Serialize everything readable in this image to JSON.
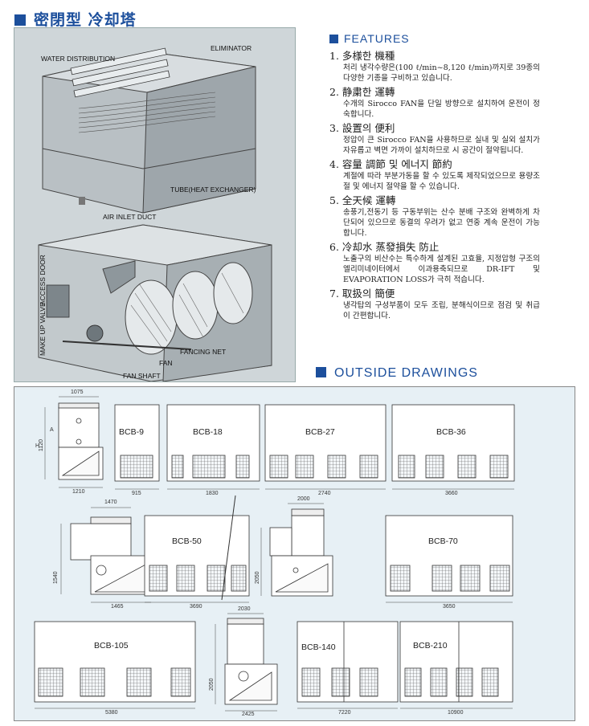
{
  "page": {
    "title": "密閉型 冷却塔"
  },
  "photo_labels": {
    "eliminator": "ELIMINATOR",
    "water_distribution": "WATER DISTRIBUTION",
    "tube": "TUBE(HEAT EXCHANGER)",
    "air_inlet_duct": "AIR INLET DUCT",
    "access_door": "ACCESS DOOR",
    "make_up_valve": "MAKE UP VALVE",
    "fancing_net": "FANCING NET",
    "fan": "FAN",
    "fan_shaft": "FAN SHAFT"
  },
  "features": {
    "heading": "FEATURES",
    "items": [
      {
        "title": "1. 多様한 機種",
        "desc": "처리 냉각수량은(100 ℓ/min~8,120 ℓ/min)까지로 39종의 다양한 기종을 구비하고 있습니다."
      },
      {
        "title": "2. 静粛한 運轉",
        "desc": "수개의 Sirocco FAN을 단일 방향으로 설치하여 운전이 정숙합니다."
      },
      {
        "title": "3. 設置의 便利",
        "desc": "정압이 큰 Sirocco FAN을 사용하므로 실내 및 실외 설치가 자유롭고 벽면 가까이 설치하므로 시 공간이 절약됩니다."
      },
      {
        "title": "4. 容量 調節 및 에너지 節約",
        "desc": "계절에 따라 부분가동을 할 수 있도록 제작되었으므로 용량조절 및 에너지 절약을 할 수 있습니다."
      },
      {
        "title": "5. 全天候 運轉",
        "desc": "송풍기,전동기 등 구동부위는 산수 분배 구조와 완벽하게 차단되어 있으므로 동결의 우려가 없고 연중 계속 운전이 가능합니다."
      },
      {
        "title": "6. 冷却水 蒸發損失 防止",
        "desc": "노출구의 비산수는 특수하게 설계된 고효율, 지정압형 구조의 엘리미네이터에서 이과용축되므로 DR-IFT 및 EVAPORATION LOSS가 극히 적습니다."
      },
      {
        "title": "7. 取扱의 簡便",
        "desc": "냉각탑의 구성부품이 모두 조립, 분해식이므로 점검 및 취급이 간편합니다."
      }
    ]
  },
  "outside_drawings": {
    "heading": "OUTSIDE DRAWINGS",
    "models": [
      "BCB-9",
      "BCB-18",
      "BCB-27",
      "BCB-36",
      "BCB-50",
      "BCB-70",
      "BCB-105",
      "BCB-140",
      "BCB-210"
    ],
    "dimensions": {
      "row1_side_top": "1075",
      "row1_side_h": "1120",
      "row1_side_w": "1210",
      "bcb9_w": "915",
      "bcb18_w": "1830",
      "bcb27_w": "2740",
      "bcb36_w": "3660",
      "row2_side_top": "1470",
      "row2_side_h": "1540",
      "row2_side_w": "1465",
      "bcb50_w": "3690",
      "row2b_side_top": "2000",
      "row2b_side_h": "2050",
      "bcb70_w": "3650",
      "bcb105_w": "5380",
      "row3_side_top": "2030",
      "row3_side_h": "2050",
      "row3_side_w": "2425",
      "bcb140_w": "7220",
      "bcb210_w": "10900",
      "h_label": "H",
      "a_label": "A"
    }
  },
  "colors": {
    "accent": "#1c4f9c",
    "drawing_bg": "#e7f0f5",
    "photo_bg": "#cfd6d9"
  }
}
